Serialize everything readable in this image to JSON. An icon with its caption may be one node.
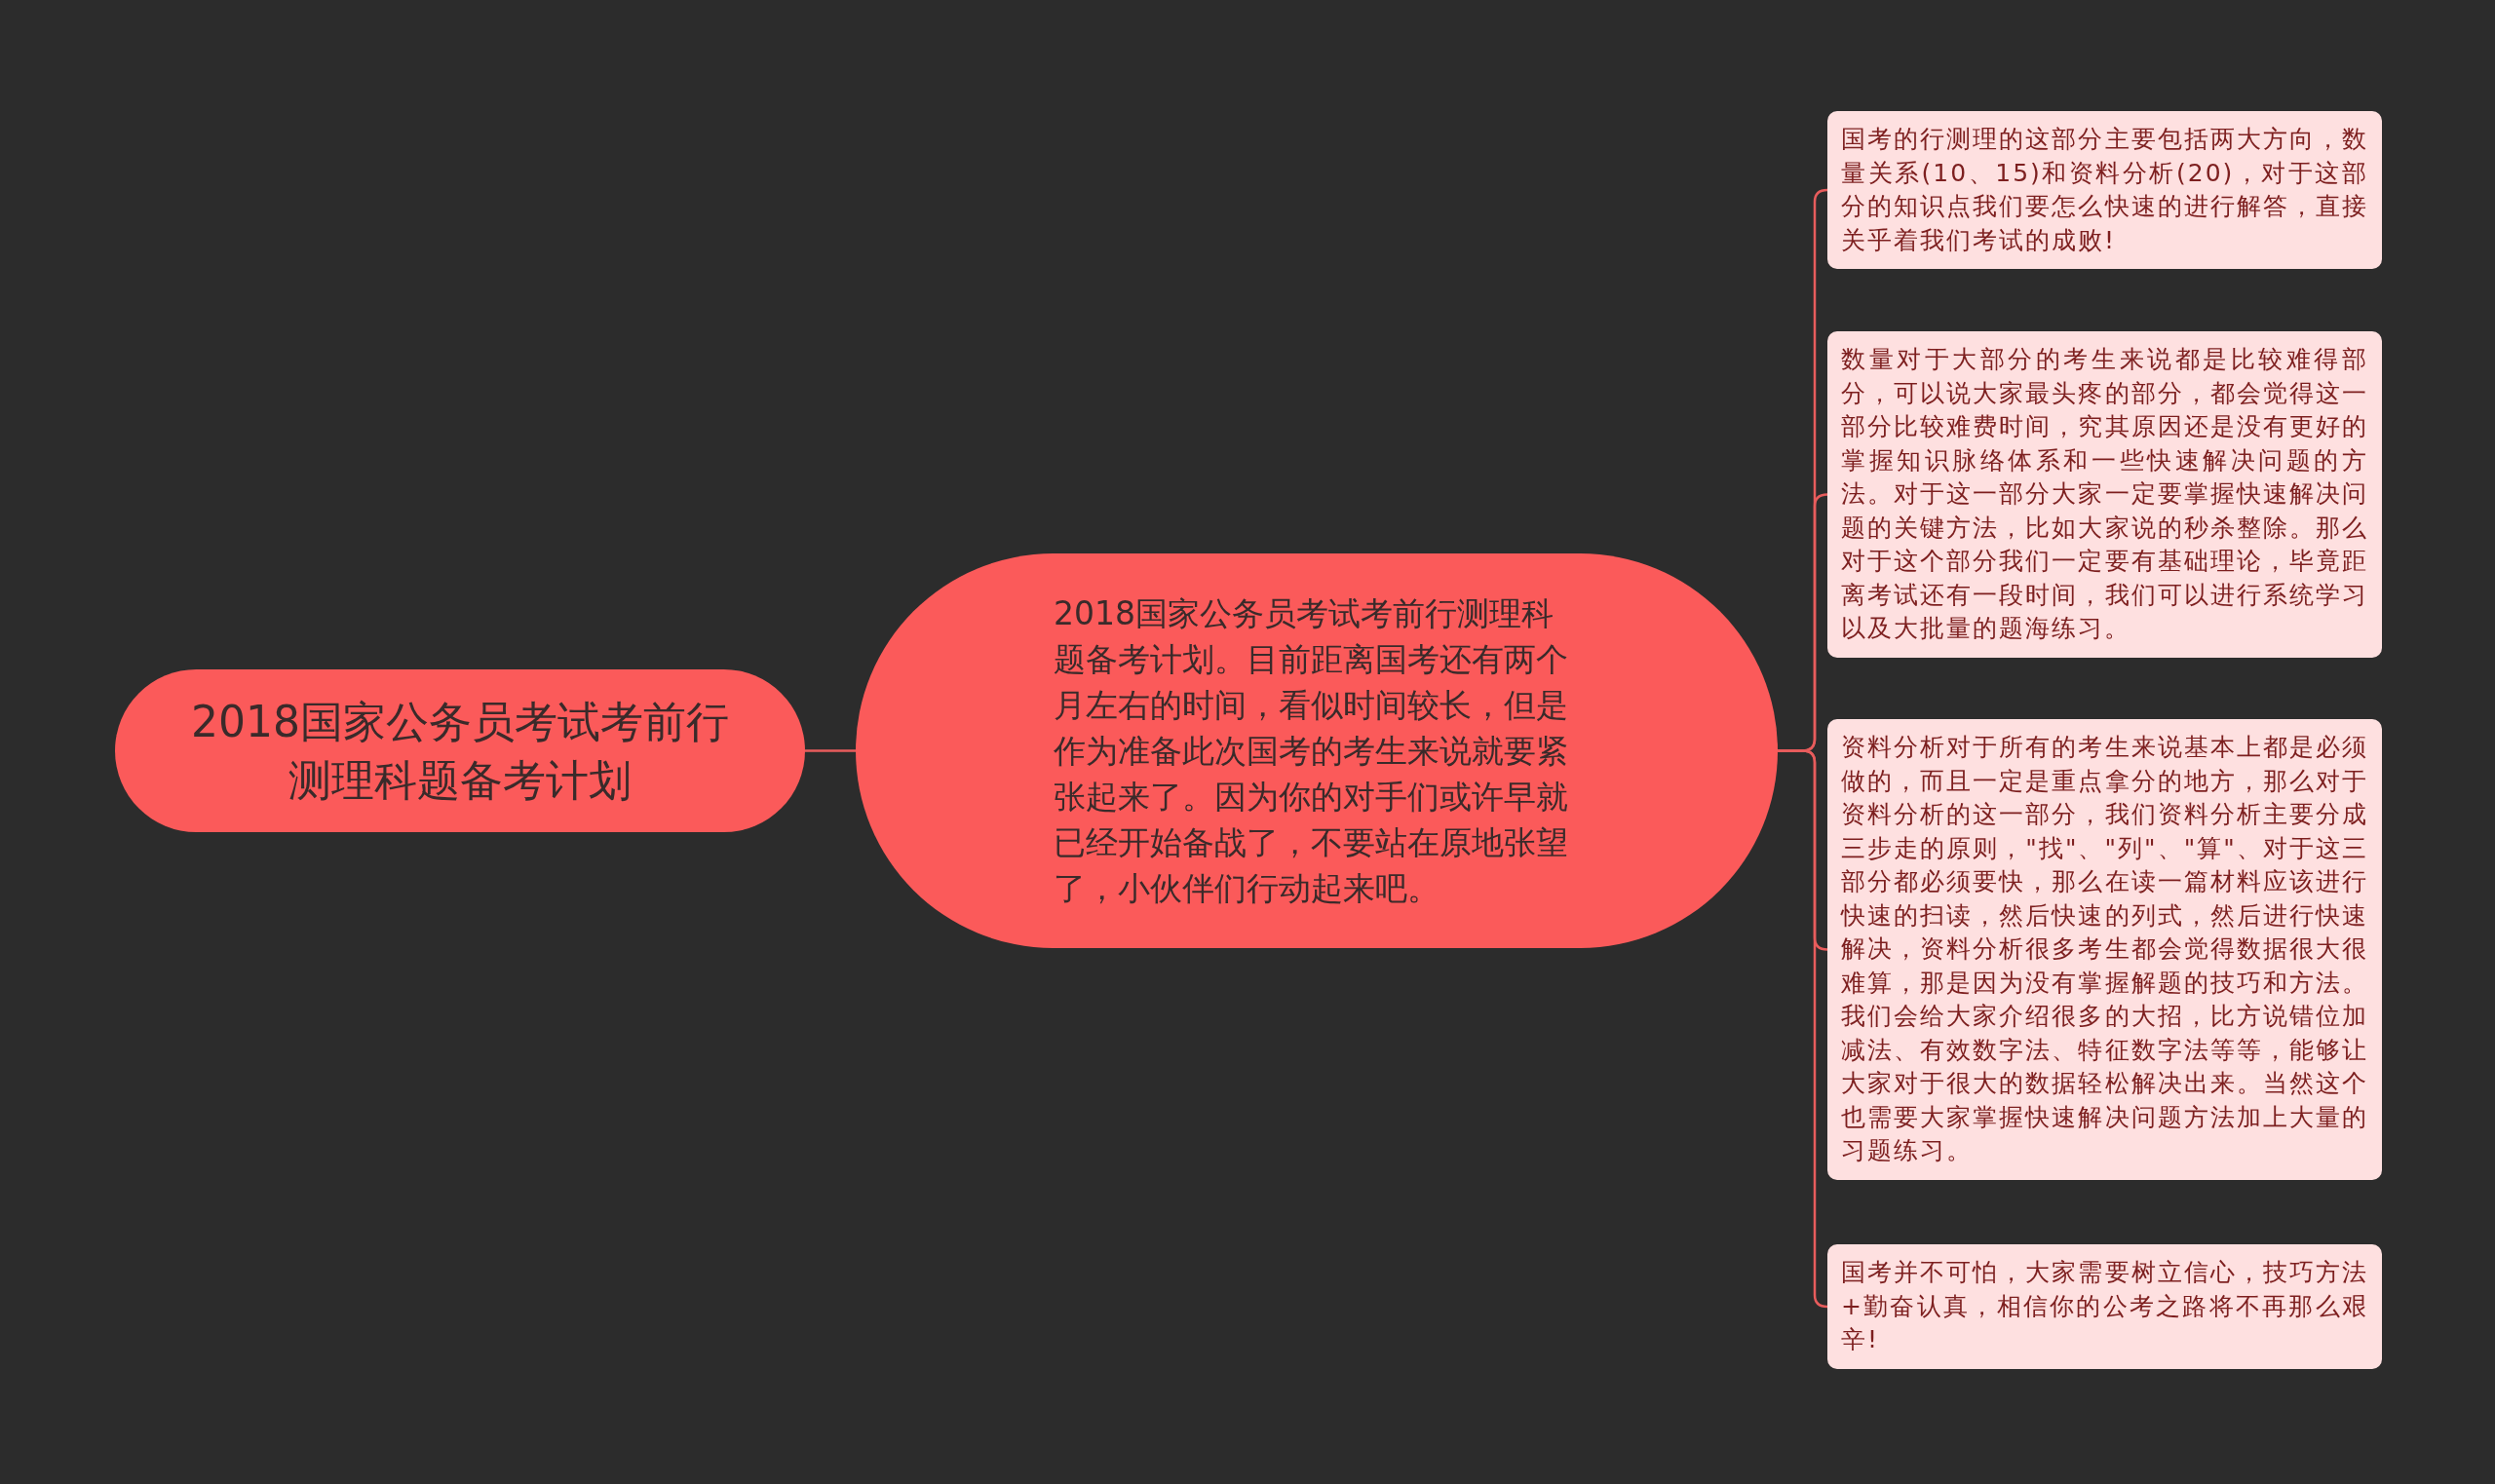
{
  "diagram": {
    "nodes": [
      {
        "text": [
          "2018国家公务员考试考前行测理科题备考计划"
        ]
      },
      {
        "text": [
          "2018国家公务员考试考前行测理科题备考计划。目前距离国考还有两个月左右的时间，看似时间较长，但是作为准备此次国考的考生来说就要紧张起来了。因为你的对手们或许早就已经开始备战了，不要站在原地张望了，小伙伴们行动起来吧。"
        ]
      },
      {
        "text": [
          "国考的行测理的这部分主要包括两大方向，数量关系(10、15)和资料分析(20)，对于这部分的知识点我们要怎么快速的进行解答，直接关乎着我们考试的成败!"
        ]
      },
      {
        "text": [
          "数量对于大部分的考生来说都是比较难得部分，可以说大家最头疼的部分，都会觉得这一部分比较难费时间，究其原因还是没有更好的掌握知识脉络体系和一些快速解决问题的方法。对于这一部分大家一定要掌握快速解决问题的关键方法，比如大家说的秒杀整除。那么对于这个部分我们一定要有基础理论，毕竟距离考试还有一段时间，我们可以进行系统学习以及大批量的题海练习。"
        ]
      },
      {
        "text": [
          "资料分析对于所有的考生来说基本上都是必须做的，而且一定是重点拿分的地方，那么对于资料分析的这一部分，我们资料分析主要分成三步走的原则，\"找\"、\"列\"、\"算\"、对于这三部分都必须要快，那么在读一篇材料应该进行快速的扫读，然后快速的列式，然后进行快速解决，资料分析很多考生都会觉得数据很大很难算，那是因为没有掌握解题的技巧和方法。我们会给大家介绍很多的大招，比方说错位加减法、有效数字法、特征数字法等等，能够让大家对于很大的数据轻松解决出来。当然这个也需要大家掌握快速解决问题方法加上大量的习题练习。"
        ]
      },
      {
        "text": [
          "国考并不可怕，大家需要树立信心，技巧方法+勤奋认真，相信你的公考之路将不再那么艰辛!"
        ]
      }
    ],
    "edges": [
      {
        "from": 0,
        "to": 1,
        "arrow": "none"
      },
      {
        "from": 1,
        "to": 2,
        "arrow": "none"
      },
      {
        "from": 1,
        "to": 3,
        "arrow": "none"
      },
      {
        "from": 1,
        "to": 4,
        "arrow": "none"
      },
      {
        "from": 1,
        "to": 5,
        "arrow": "none"
      }
    ]
  }
}
